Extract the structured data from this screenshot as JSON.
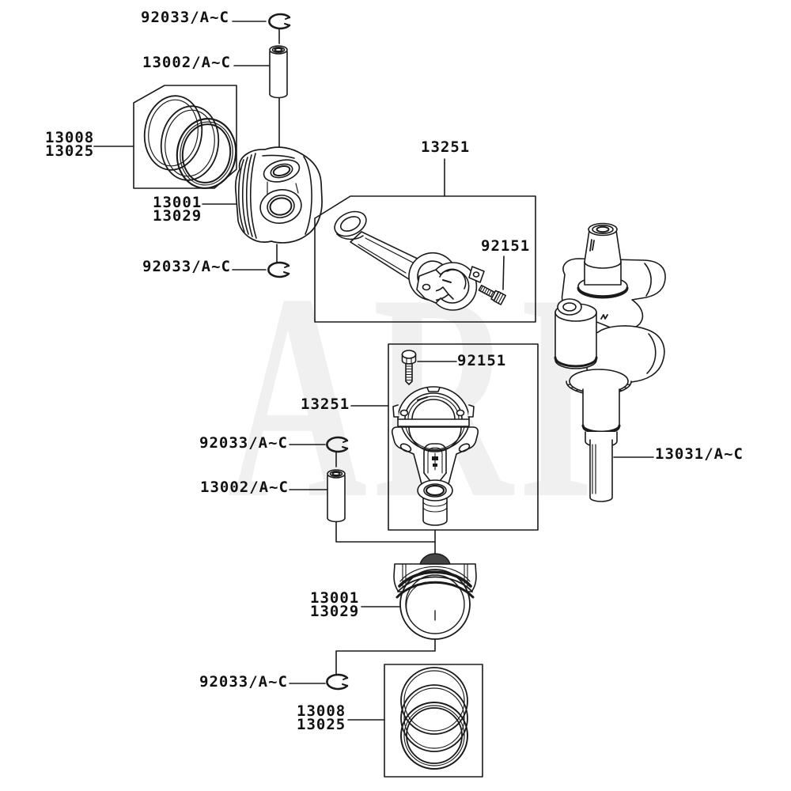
{
  "page": {
    "background_color": "#ffffff",
    "line_color": "#1a1a1a",
    "watermark_color": "#f0f0f0"
  },
  "watermark": "ARI",
  "labels": {
    "circlip_top": "92033/A~C",
    "piston_pin_top": "13002/A~C",
    "piston_rings_top": [
      "13008",
      "13025"
    ],
    "piston_top": [
      "13001",
      "13029"
    ],
    "circlip_upper_mid": "92033/A~C",
    "connecting_rod_top": "13251",
    "rod_bolt_top": "92151",
    "rod_bolt_mid": "92151",
    "connecting_rod_mid": "13251",
    "circlip_mid": "92033/A~C",
    "piston_pin_mid": "13002/A~C",
    "crankshaft": "13031/A~C",
    "piston_bottom": [
      "13001",
      "13029"
    ],
    "circlip_bottom": "92033/A~C",
    "piston_rings_bottom": [
      "13008",
      "13025"
    ]
  }
}
